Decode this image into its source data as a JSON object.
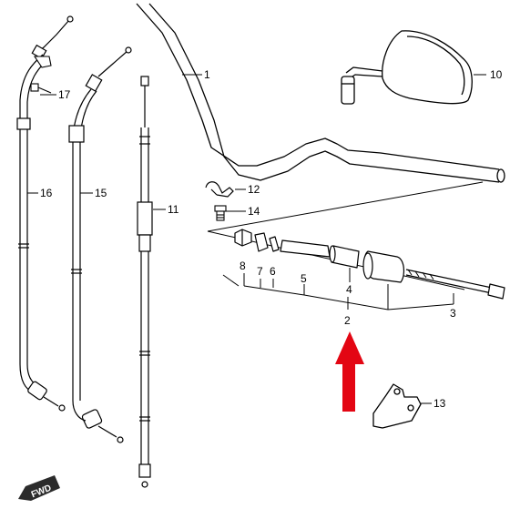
{
  "diagram": {
    "callouts": {
      "c1": "1",
      "c2": "2",
      "c3": "3",
      "c4": "4",
      "c5": "5",
      "c6": "6",
      "c7": "7",
      "c8": "8",
      "c10": "10",
      "c11": "11",
      "c12": "12",
      "c13": "13",
      "c14": "14",
      "c15": "15",
      "c16": "16",
      "c17": "17"
    },
    "fwd_label": "FWD",
    "colors": {
      "line": "#000000",
      "arrow": "#e30613",
      "fwd_badge": "#2b2b2b"
    }
  }
}
